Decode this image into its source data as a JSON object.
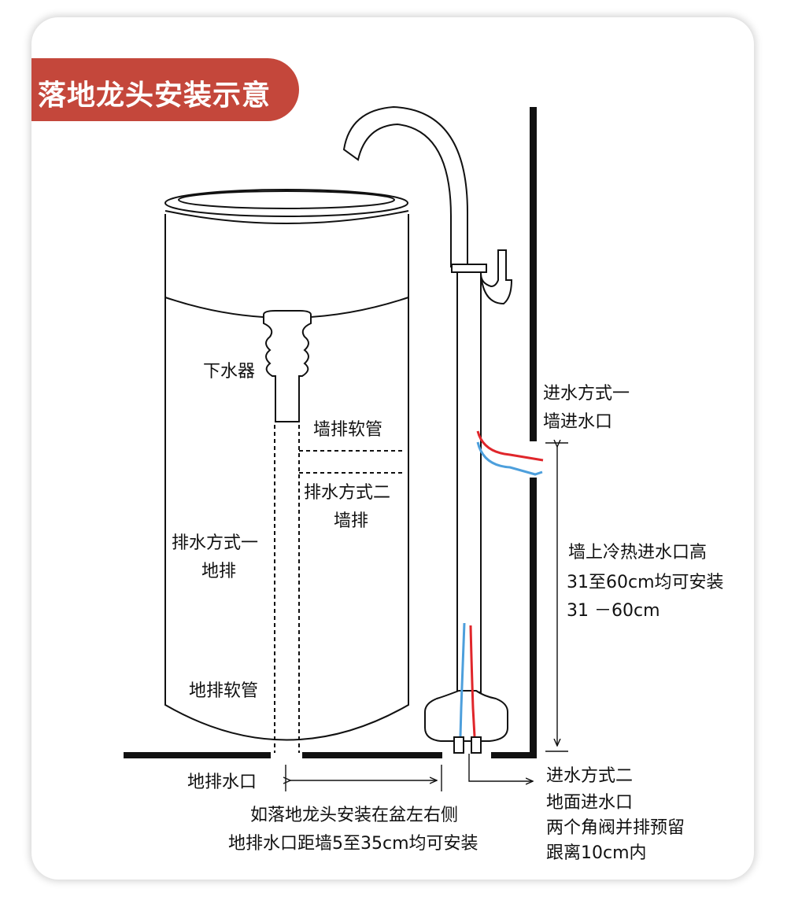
{
  "title": "落地龙头安装示意",
  "colors": {
    "banner": "#c4473b",
    "hot_pipe": "#e0262b",
    "cold_pipe": "#4d9fdc",
    "outline": "#111111"
  },
  "labels": {
    "drain_fitting": "下水器",
    "wall_hose": "墙排软管",
    "drain_method_two_line1": "排水方式二",
    "drain_method_two_line2": "墙排",
    "drain_method_one_line1": "排水方式一",
    "drain_method_one_line2": "地排",
    "floor_hose": "地排软管",
    "floor_drain_outlet": "地排水口",
    "inlet_method_one_line1": "进水方式一",
    "inlet_method_one_line2": "墙进水口",
    "wall_inlet_height_line1": "墙上冷热进水口高",
    "wall_inlet_height_line2": "31至60cm均可安装",
    "wall_inlet_height_line3": "31 －60cm",
    "inlet_method_two_line1": "进水方式二",
    "inlet_method_two_line2": "地面进水口",
    "inlet_method_two_line3": "两个角阀并排预留",
    "inlet_method_two_line4": "跟离10cm内",
    "bottom_note_line1": "如落地龙头安装在盆左右侧",
    "bottom_note_line2": "地排水口距墙5至35cm均可安装"
  }
}
